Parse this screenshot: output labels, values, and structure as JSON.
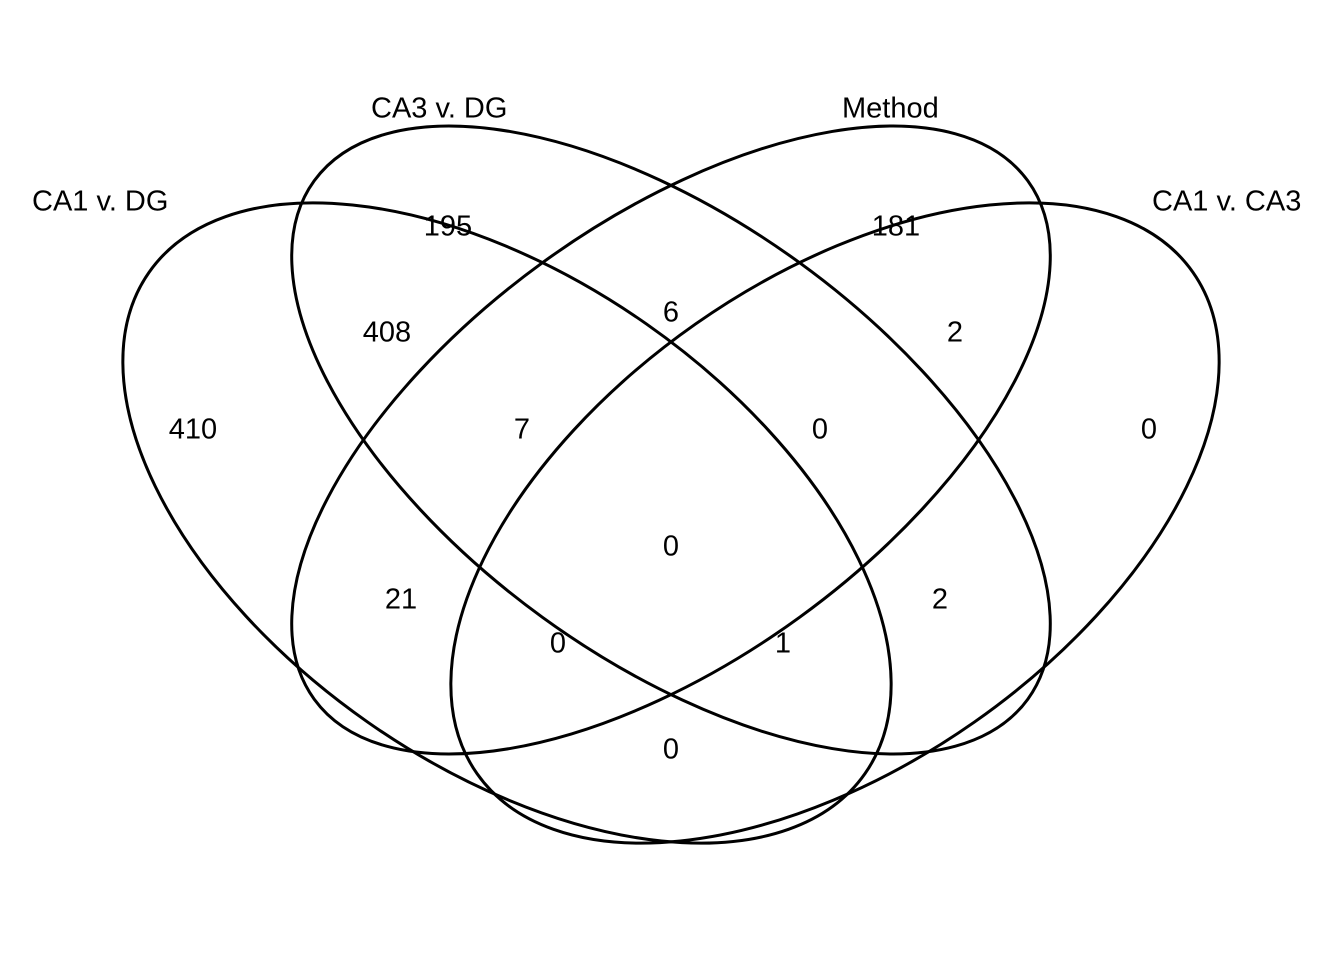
{
  "diagram": {
    "type": "venn-4",
    "sets": [
      {
        "id": "ca1_dg",
        "label": "CA1 v. DG"
      },
      {
        "id": "ca3_dg",
        "label": "CA3 v. DG"
      },
      {
        "id": "method",
        "label": "Method"
      },
      {
        "id": "ca1_ca3",
        "label": "CA1 v. CA3"
      }
    ],
    "regions": {
      "ca1_dg_only": "410",
      "ca3_dg_only": "195",
      "method_only": "181",
      "ca1_ca3_only": "0",
      "ca1_dg__ca3_dg": "408",
      "ca3_dg__method": "6",
      "method__ca1_ca3": "2",
      "ca1_dg__ca3_dg__method": "7",
      "ca3_dg__method__ca1_ca3": "0",
      "all_four": "0",
      "ca1_dg__method": "21",
      "ca3_dg__ca1_ca3": "2",
      "ca1_dg__method__ca1_ca3": "0",
      "ca1_dg__ca3_dg__ca1_ca3": "1",
      "ca1_dg__ca1_ca3": "0"
    },
    "stroke_color": "#000000",
    "background_color": "#ffffff"
  }
}
